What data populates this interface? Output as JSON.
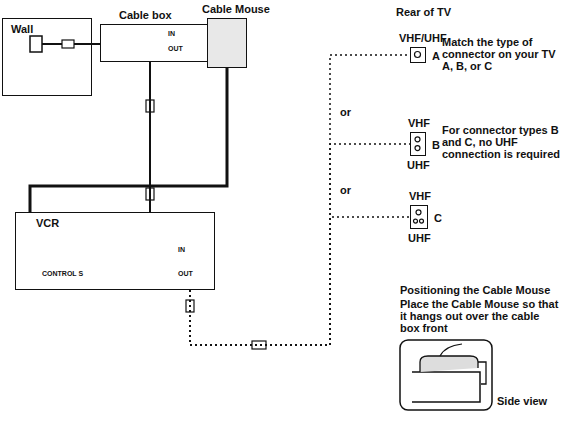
{
  "diagram": {
    "nodes": [
      {
        "text": [
          "Wall"
        ]
      },
      {
        "text": [
          "Cable box"
        ]
      },
      {
        "text": [
          "Cable Mouse"
        ]
      },
      {
        "text": [
          "VCR"
        ]
      },
      {
        "text": [
          "VHF/UHF",
          "A"
        ]
      },
      {
        "text": [
          "VHF",
          "B",
          "UHF"
        ]
      },
      {
        "text": [
          "VHF",
          "C",
          "UHF"
        ]
      }
    ],
    "edges": [
      {
        "from": 0,
        "to": 1,
        "arrow": "none"
      },
      {
        "from": 1,
        "to": 3,
        "arrow": "none"
      },
      {
        "from": 2,
        "to": 3,
        "arrow": "none"
      },
      {
        "from": 3,
        "to": 4,
        "arrow": "none"
      },
      {
        "from": 3,
        "to": 5,
        "arrow": "none"
      },
      {
        "from": 3,
        "to": 6,
        "arrow": "none"
      }
    ],
    "labels": [
      "Rear of TV",
      "or",
      "or",
      "Match the type of connector on your TV A, B, or C",
      "For connector types B and C, no UHF connection is required",
      "Positioning the Cable Mouse",
      "Place the Cable Mouse so that it hangs out over the cable box front",
      "Side view",
      "IN",
      "OUT",
      "CONTROL S",
      "IN",
      "OUT"
    ]
  }
}
